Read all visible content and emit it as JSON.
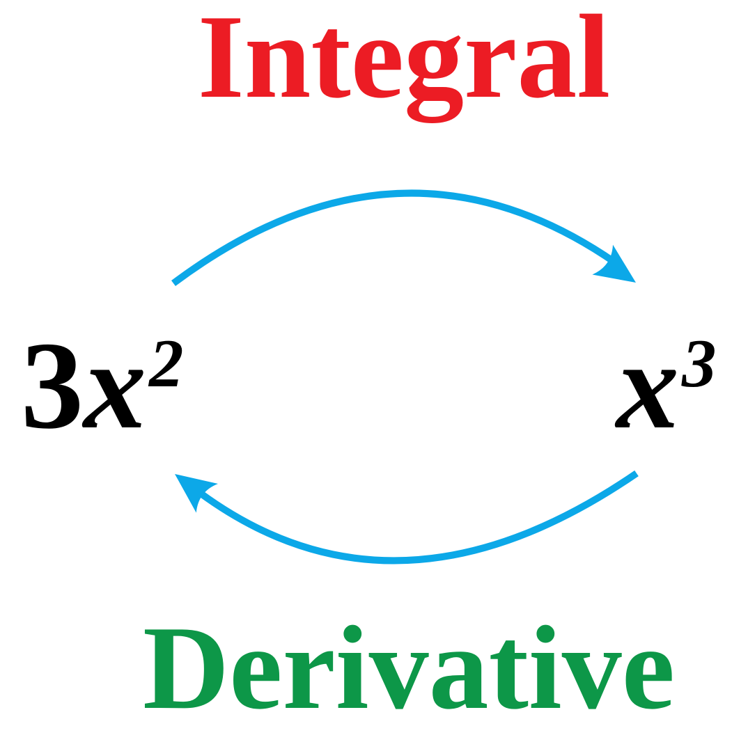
{
  "title_top": {
    "label": "Integral",
    "color": "#EC1C24"
  },
  "title_bottom": {
    "label": "Derivative",
    "color": "#0D9748"
  },
  "expression_left": {
    "coefficient": "3",
    "variable": "x",
    "exponent": "2",
    "color": "#000000"
  },
  "expression_right": {
    "variable": "x",
    "exponent": "3",
    "color": "#000000"
  },
  "arrows": {
    "color": "#0CA8E8",
    "top": {
      "direction": "left-to-right",
      "from": "3x^2",
      "to": "x^3",
      "meaning": "Integral"
    },
    "bottom": {
      "direction": "right-to-left",
      "from": "x^3",
      "to": "3x^2",
      "meaning": "Derivative"
    }
  }
}
